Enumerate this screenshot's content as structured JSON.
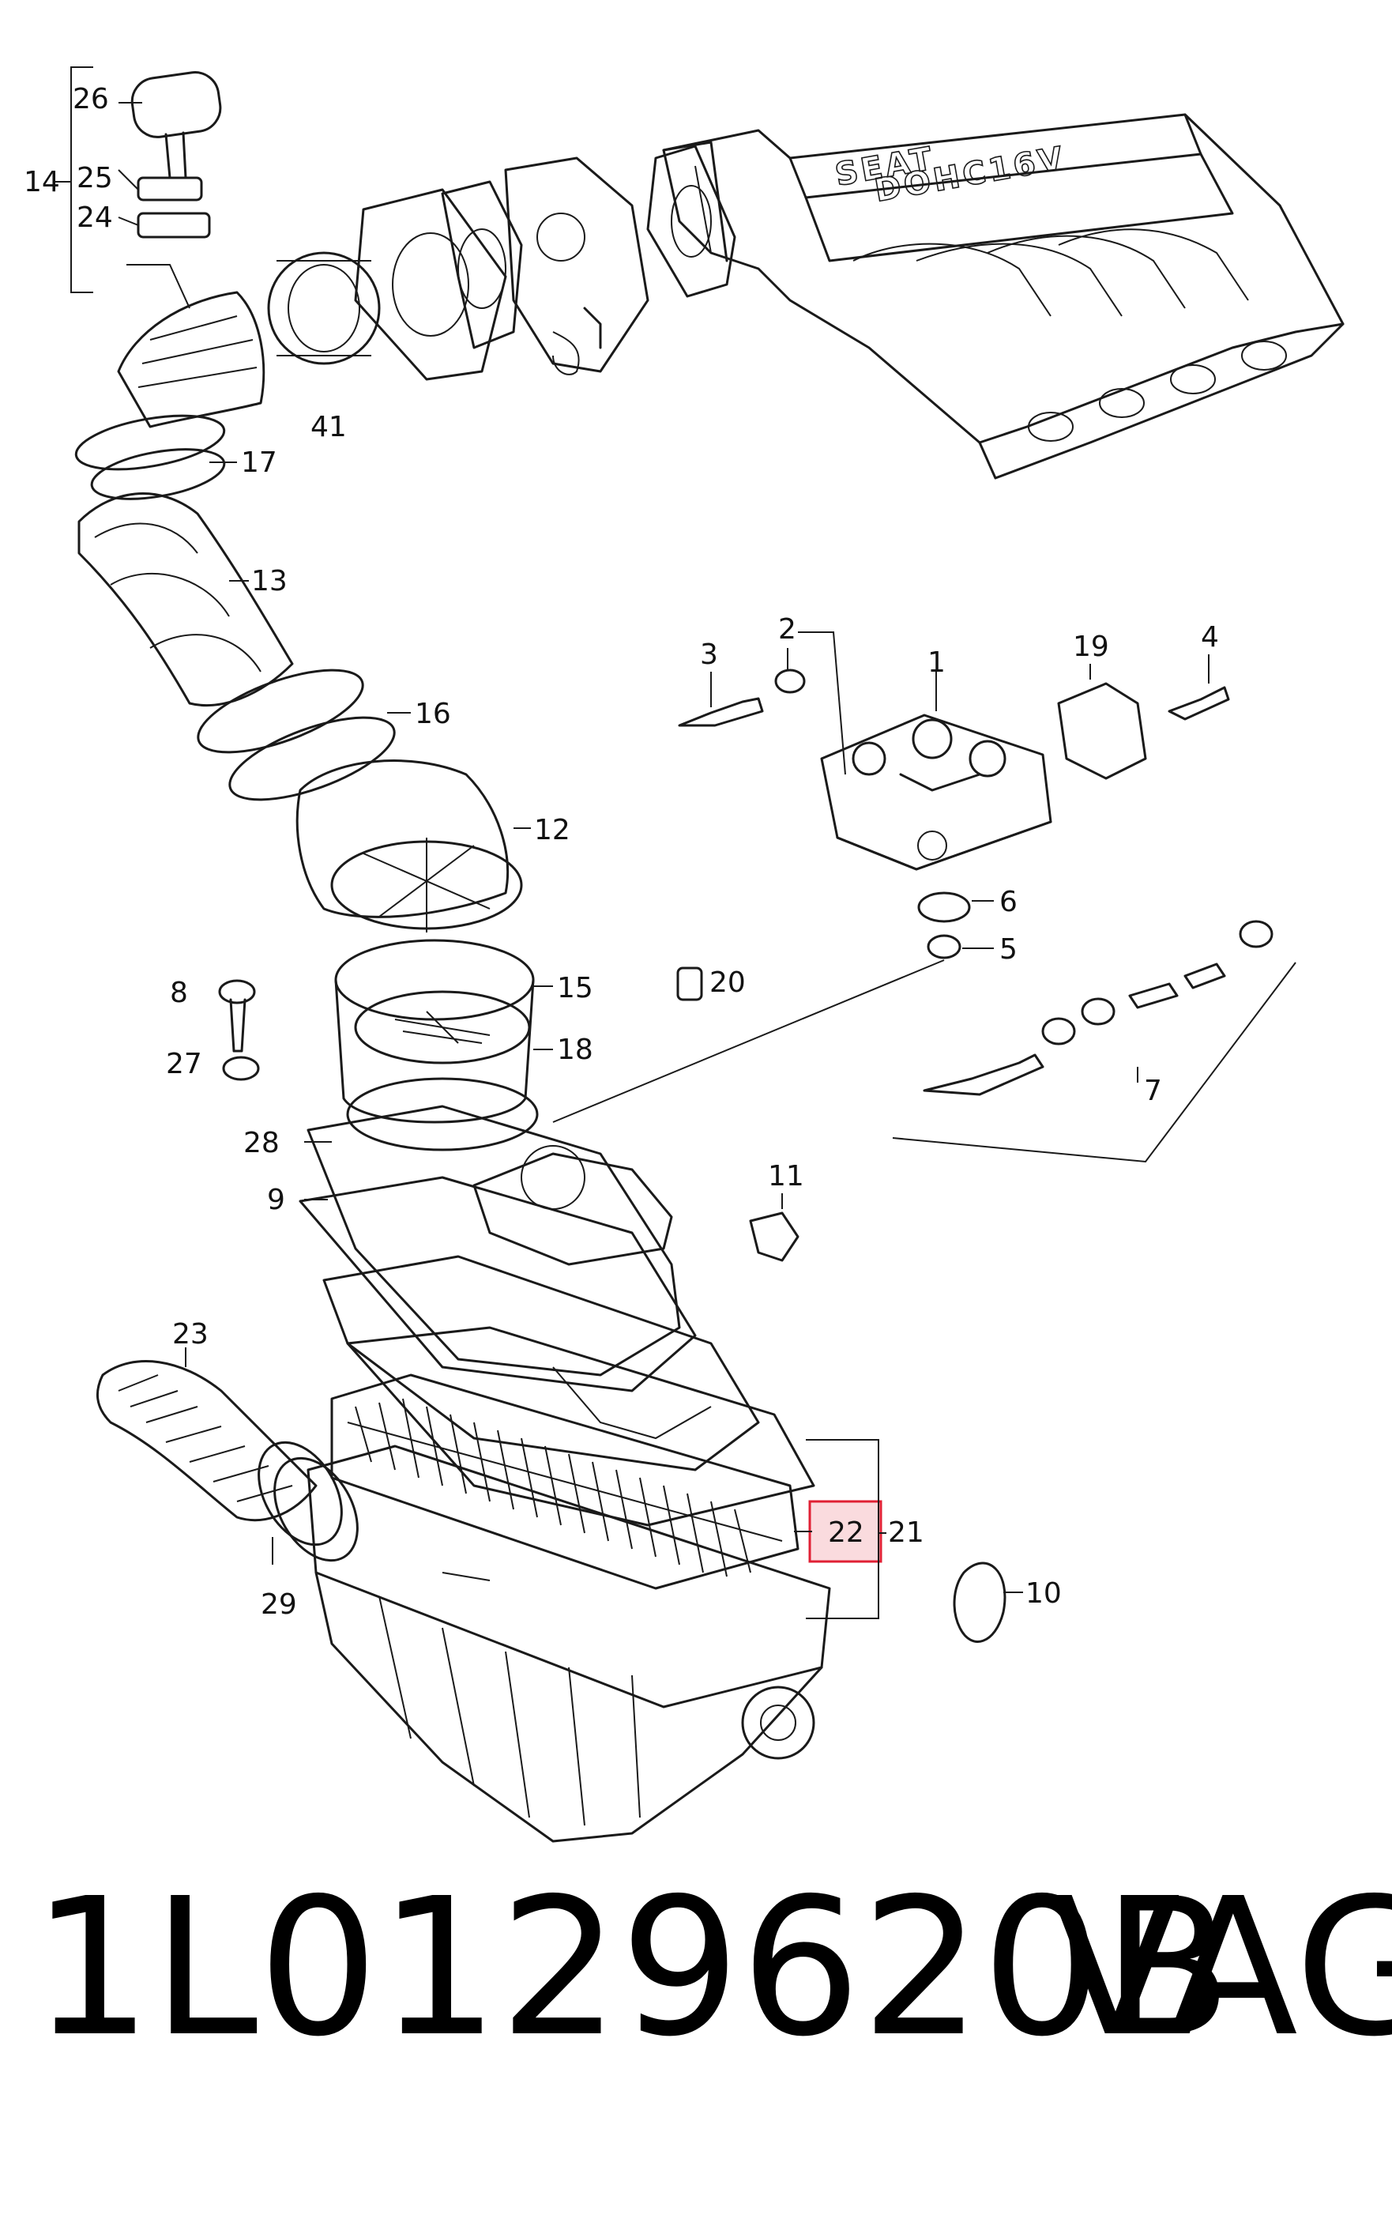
{
  "diagram": {
    "emboss_lines": [
      "SEAT",
      "DOHC16V"
    ],
    "callouts": [
      "26",
      "25",
      "24",
      "14",
      "17",
      "41",
      "13",
      "16",
      "12",
      "3",
      "2",
      "1",
      "19",
      "4",
      "6",
      "5",
      "8",
      "20",
      "15",
      "18",
      "27",
      "28",
      "9",
      "11",
      "7",
      "23",
      "22",
      "21",
      "10",
      "29"
    ],
    "highlighted_callout": "22",
    "highlight_color": "#e02034"
  },
  "footer": {
    "part_number": "1L0129620B",
    "brand": "VAG"
  }
}
